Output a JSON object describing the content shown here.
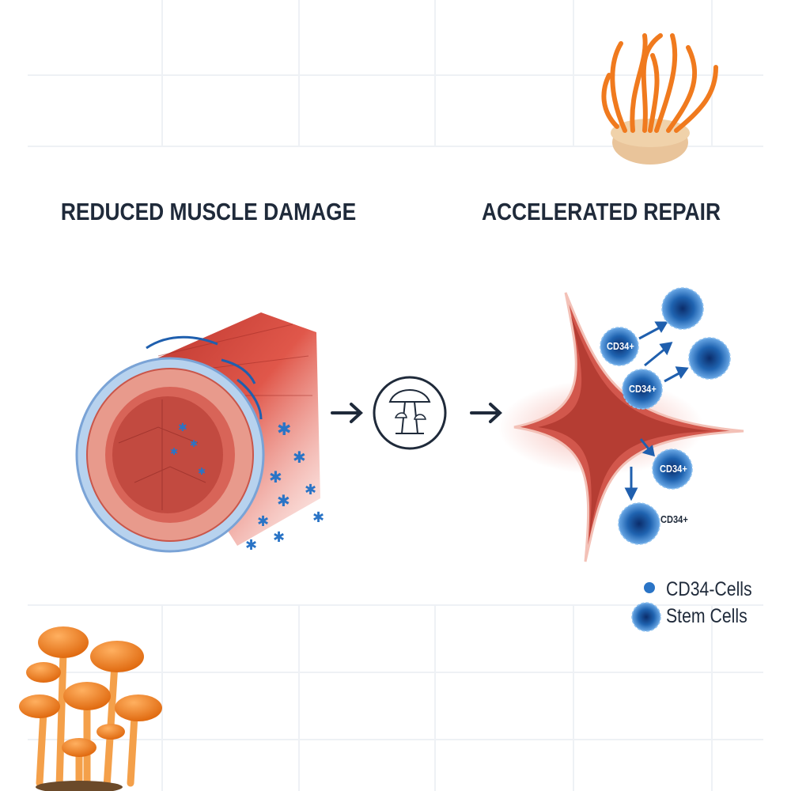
{
  "headings": {
    "left": "REDUCED MUSCLE DAMAGE",
    "right": "ACCELERATED REPAIR"
  },
  "cells": {
    "cd34_label": "CD34+"
  },
  "legend": {
    "items": [
      {
        "label": "CD34-Cells",
        "icon": "small-blue-dot"
      },
      {
        "label": "Stem Cells",
        "icon": "stem-cell"
      }
    ]
  },
  "colors": {
    "heading": "#1f2a3a",
    "muscle": "#d9534a",
    "cell_blue": "#1f63b0",
    "mushroom_orange": "#f28a2a",
    "grid": "#eef1f5"
  }
}
